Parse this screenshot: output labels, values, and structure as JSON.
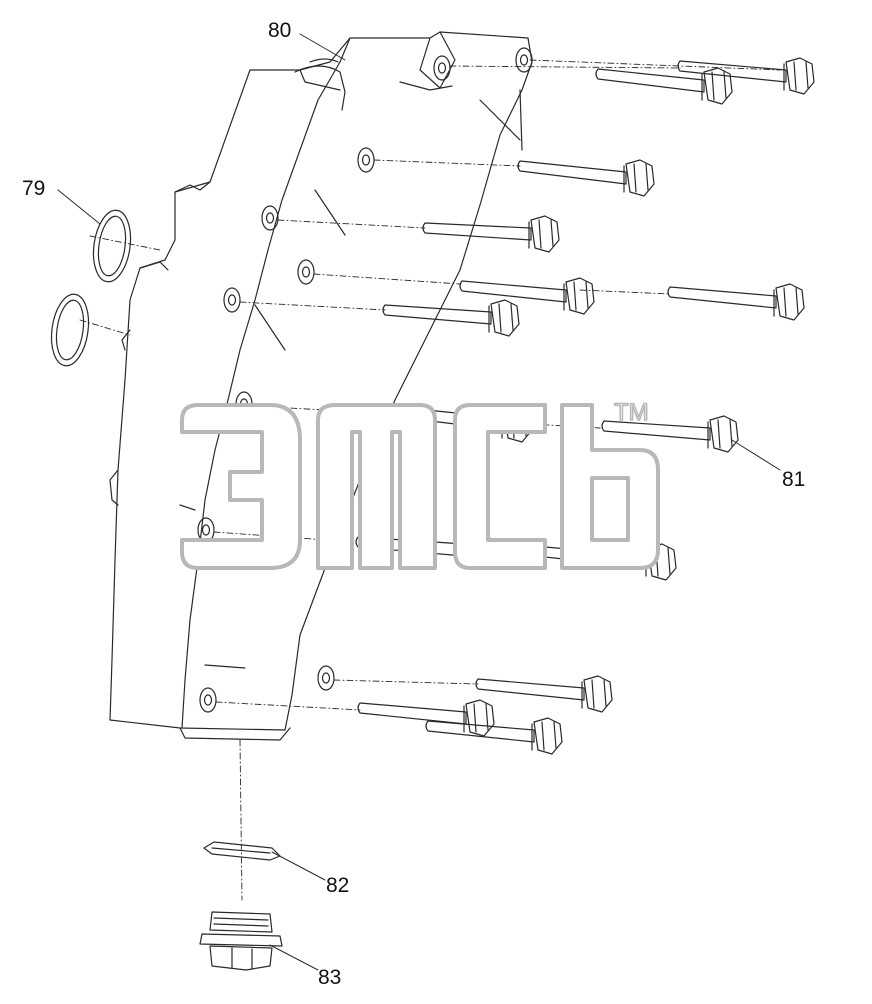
{
  "diagram": {
    "callouts": [
      {
        "id": "80",
        "text": "80"
      },
      {
        "id": "79",
        "text": "79"
      },
      {
        "id": "81",
        "text": "81"
      },
      {
        "id": "82",
        "text": "82"
      },
      {
        "id": "83",
        "text": "83"
      }
    ],
    "watermark": {
      "trademark": "TM"
    },
    "colors": {
      "line": "#2a2a2a",
      "watermark": "#b8b8b8"
    }
  }
}
